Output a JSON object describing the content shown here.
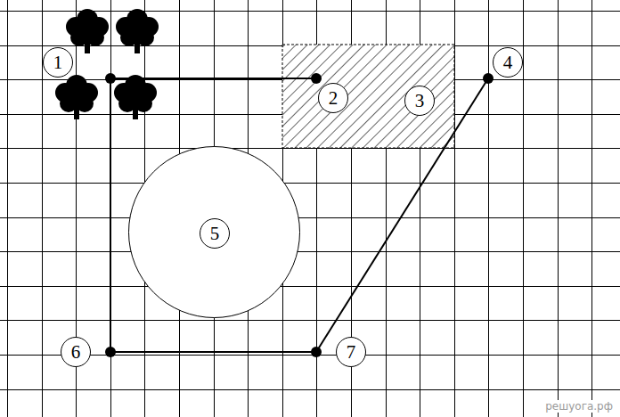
{
  "diagram": {
    "nodes": [
      {
        "text": [
          "3"
        ]
      },
      {
        "text": [
          "5"
        ]
      }
    ],
    "labels": [
      "1",
      "2",
      "4",
      "6",
      "7",
      "решуога.рф"
    ]
  }
}
